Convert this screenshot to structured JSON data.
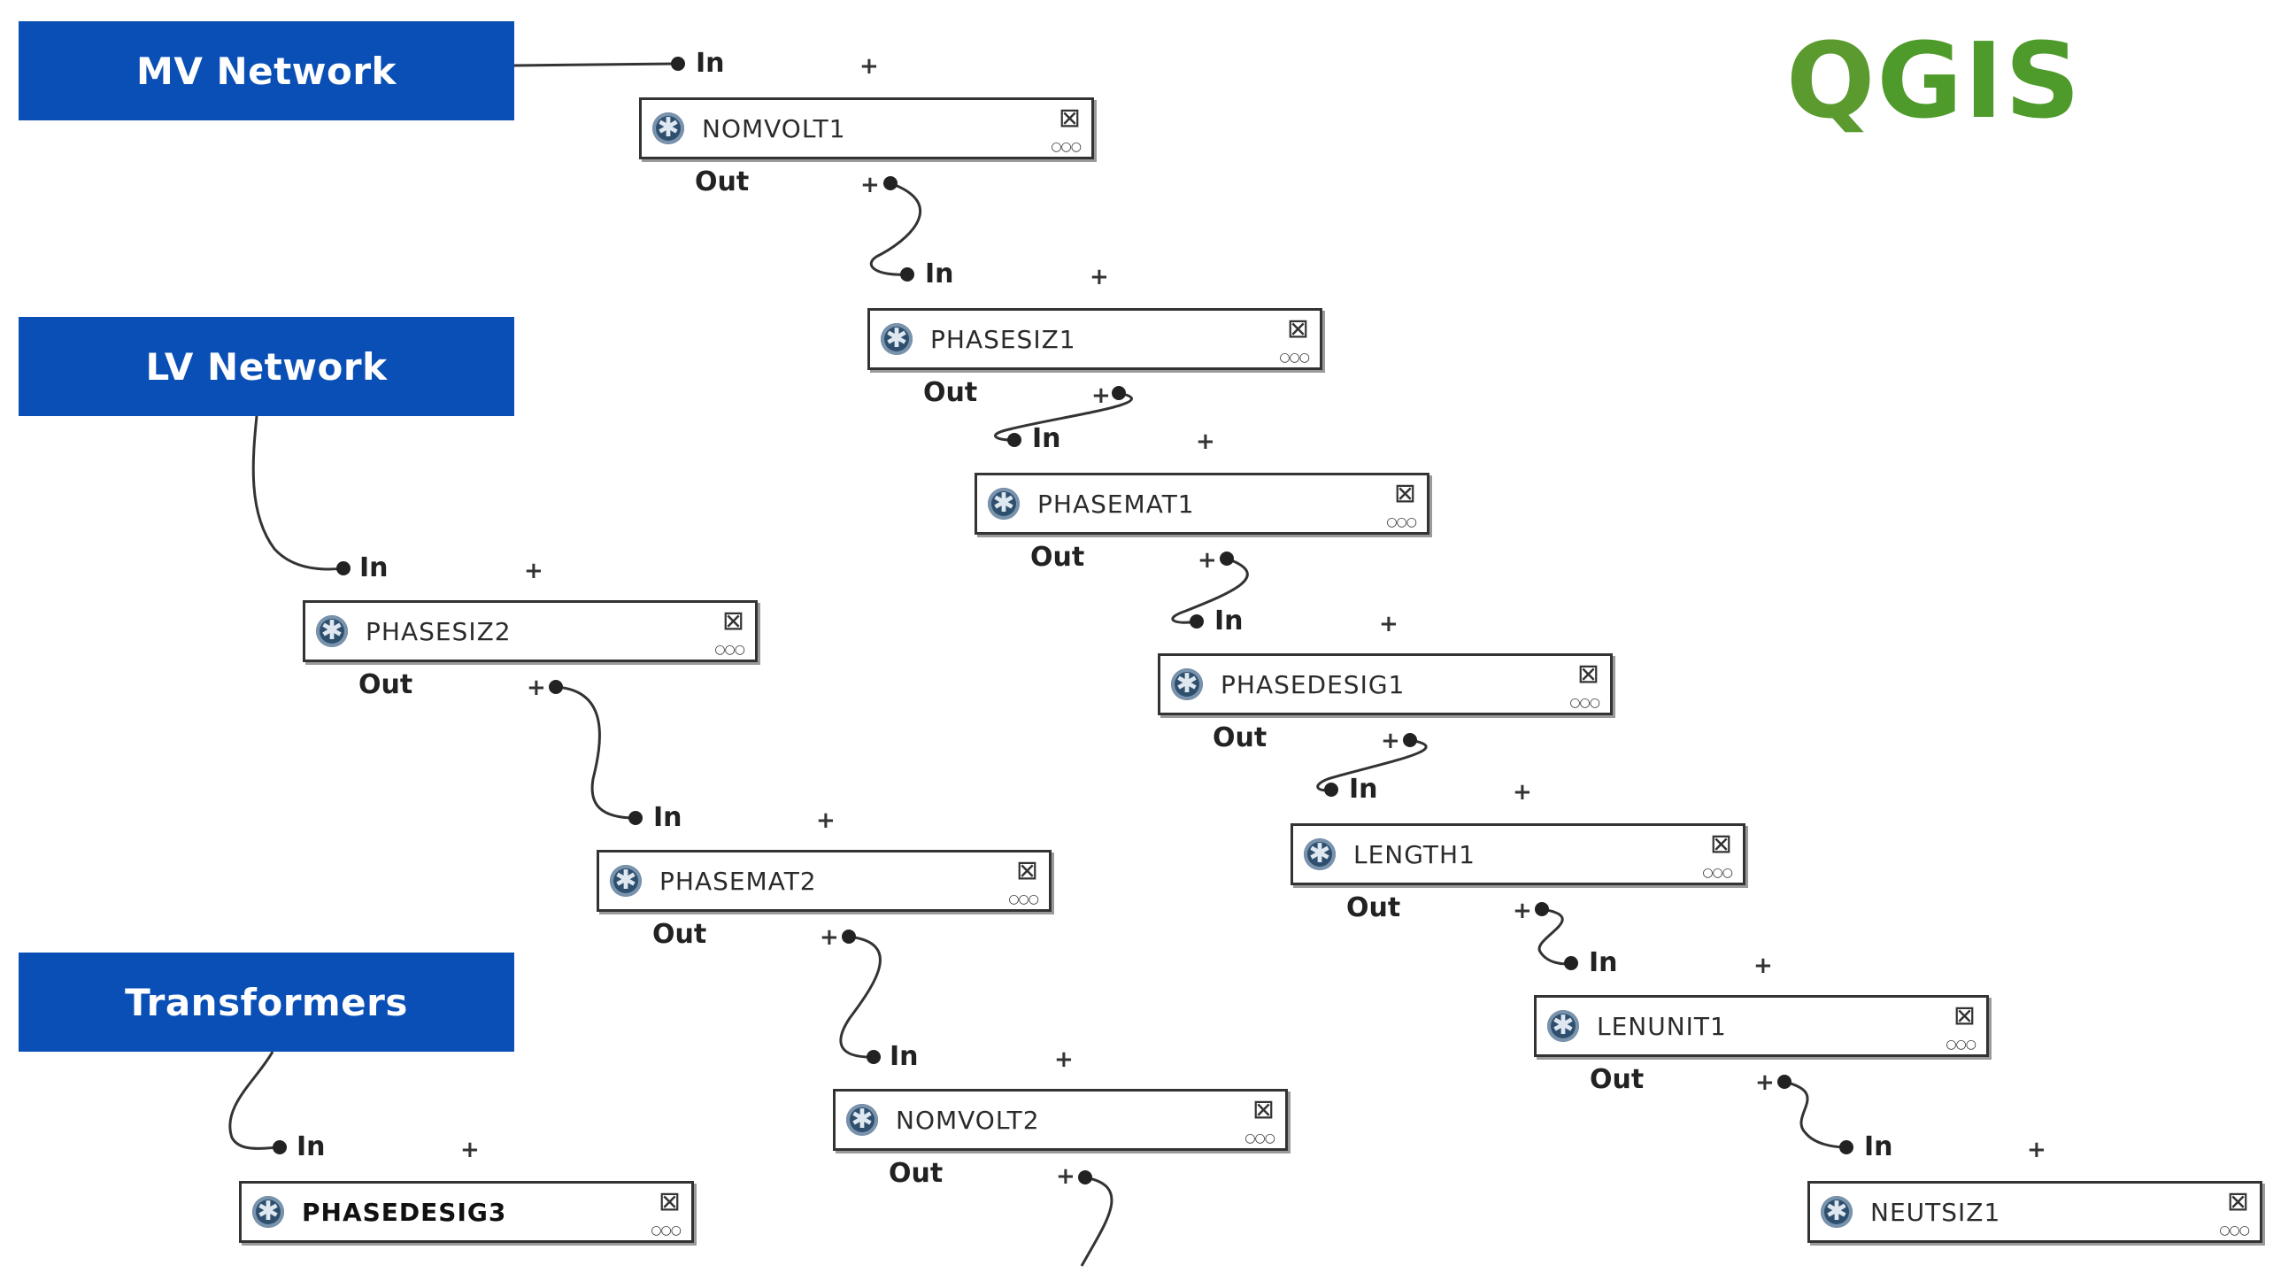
{
  "logo": {
    "text_q": "Q",
    "text_rest": "GIS",
    "green": "#4e9a2a",
    "accent": "#f0a020"
  },
  "groups": [
    {
      "id": "mv",
      "label": "MV Network",
      "color": "#0a4fb5"
    },
    {
      "id": "lv",
      "label": "LV Network",
      "color": "#0a4fb5"
    },
    {
      "id": "tr",
      "label": "Transformers",
      "color": "#0a4fb5"
    }
  ],
  "ports": {
    "in_label": "In",
    "out_label": "Out",
    "plus": "+"
  },
  "nodes": [
    {
      "id": "nomvolt1",
      "name": "NOMVOLT1",
      "icon": "gear-icon"
    },
    {
      "id": "phasesiz1",
      "name": "PHASESIZ1",
      "icon": "gear-icon"
    },
    {
      "id": "phasemat1",
      "name": "PHASEMAT1",
      "icon": "gear-icon"
    },
    {
      "id": "phasedesig1",
      "name": "PHASEDESIG1",
      "icon": "gear-icon"
    },
    {
      "id": "length1",
      "name": "LENGTH1",
      "icon": "gear-icon"
    },
    {
      "id": "lenunit1",
      "name": "LENUNIT1",
      "icon": "gear-icon"
    },
    {
      "id": "neutsiz1",
      "name": "NEUTSIZ1",
      "icon": "gear-icon"
    },
    {
      "id": "phasesiz2",
      "name": "PHASESIZ2",
      "icon": "gear-icon"
    },
    {
      "id": "phasemat2",
      "name": "PHASEMAT2",
      "icon": "gear-icon"
    },
    {
      "id": "nomvolt2",
      "name": "NOMVOLT2",
      "icon": "gear-icon"
    },
    {
      "id": "phasedesig3",
      "name": "PHASEDESIG3",
      "icon": "gear-icon"
    }
  ],
  "edges": [
    [
      "mv",
      "nomvolt1"
    ],
    [
      "nomvolt1",
      "phasesiz1"
    ],
    [
      "phasesiz1",
      "phasemat1"
    ],
    [
      "phasemat1",
      "phasedesig1"
    ],
    [
      "phasedesig1",
      "length1"
    ],
    [
      "length1",
      "lenunit1"
    ],
    [
      "lenunit1",
      "neutsiz1"
    ],
    [
      "lv",
      "phasesiz2"
    ],
    [
      "phasesiz2",
      "phasemat2"
    ],
    [
      "phasemat2",
      "nomvolt2"
    ],
    [
      "tr",
      "phasedesig3"
    ]
  ]
}
